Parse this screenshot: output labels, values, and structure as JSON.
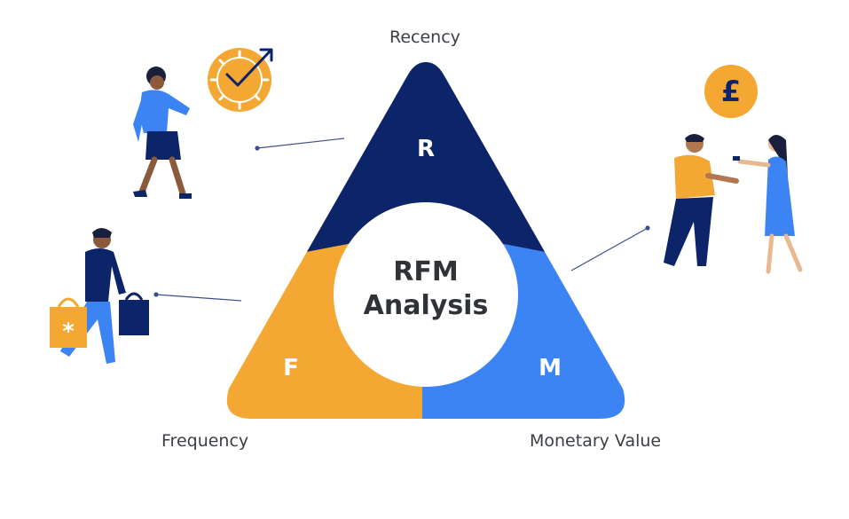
{
  "diagram": {
    "labels": {
      "recency": "Recency",
      "frequency": "Frequency",
      "monetary": "Monetary Value"
    },
    "segments": {
      "r": "R",
      "f": "F",
      "m": "M"
    },
    "center": {
      "line1": "RFM",
      "line2": "Analysis"
    },
    "currency_symbol": "£",
    "colors": {
      "recency": "#0c2468",
      "frequency": "#f4a733",
      "monetary": "#3c84f4",
      "connector": "#3c4f8c"
    },
    "icons": [
      "clock-icon",
      "pound-coin-icon",
      "shopping-bags-icon",
      "walking-person-illustration",
      "shopper-illustration",
      "payment-exchange-illustration"
    ]
  }
}
